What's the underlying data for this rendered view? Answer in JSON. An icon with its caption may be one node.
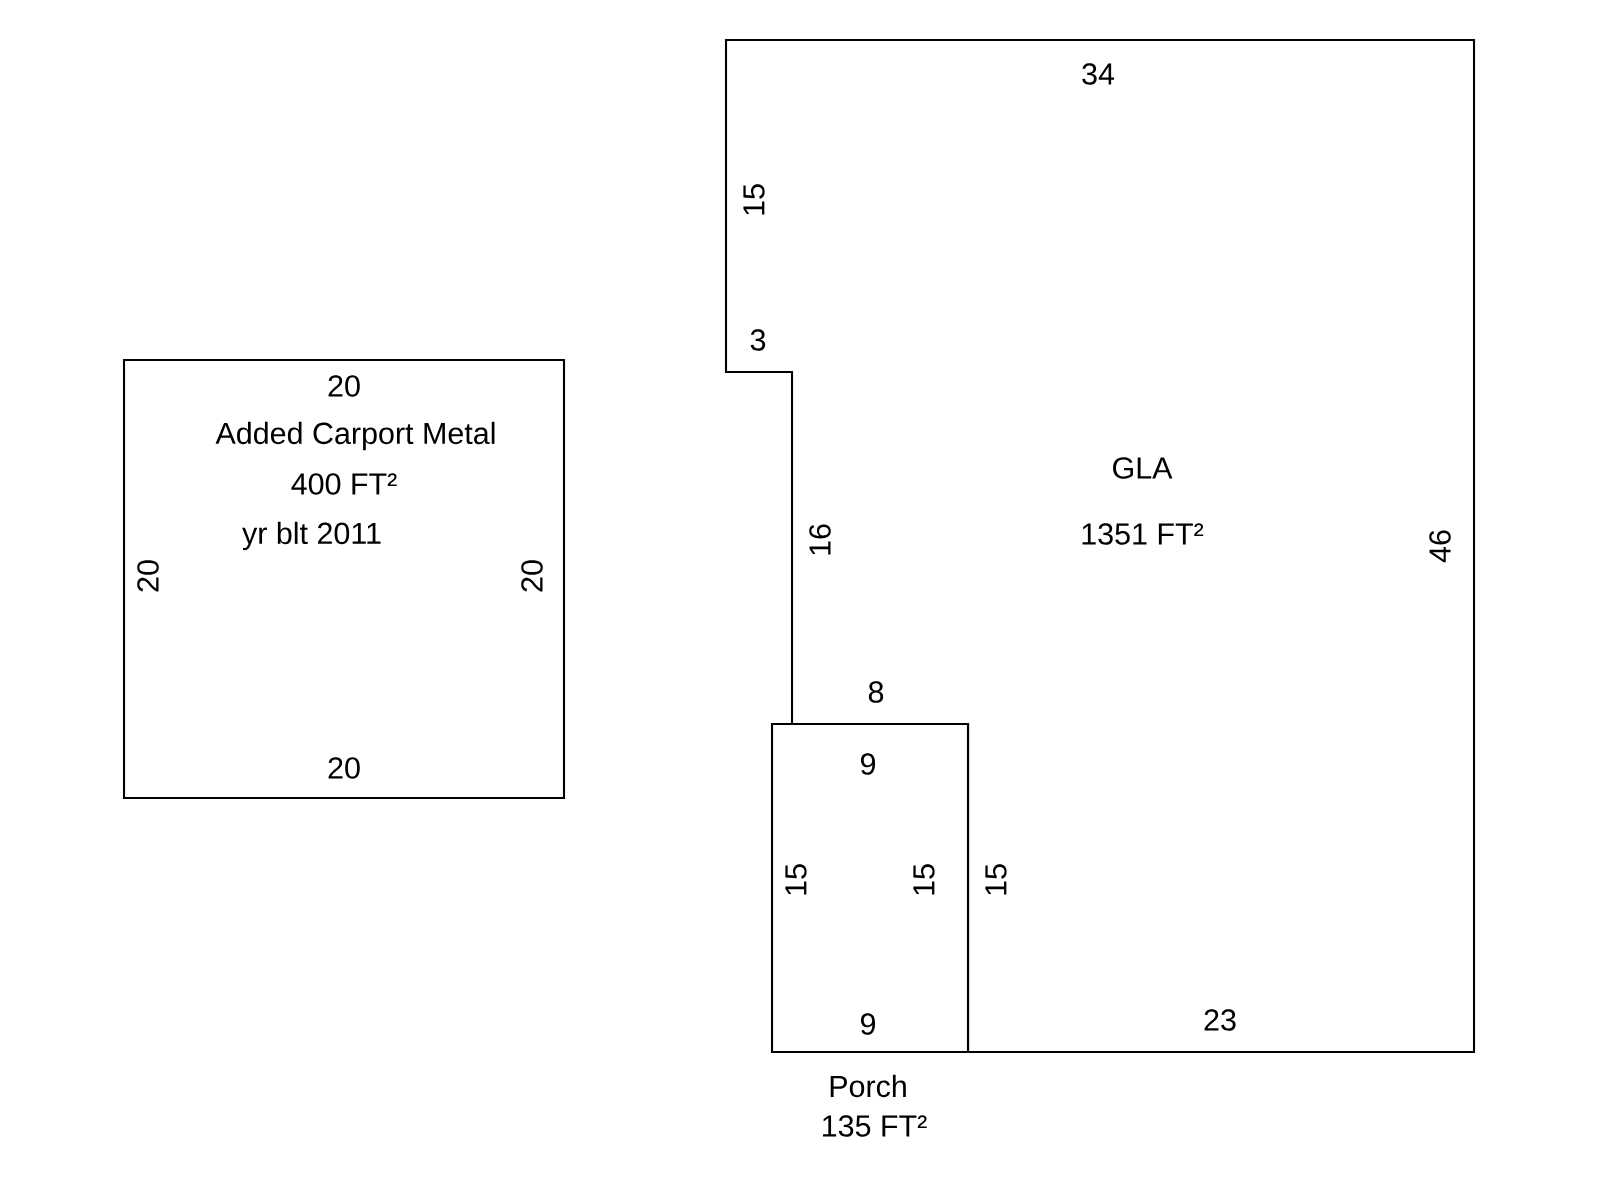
{
  "diagram": {
    "nodes": [
      {
        "text": [
          "Added Carport Metal",
          "400 FT²",
          "yr blt 2011"
        ]
      },
      {
        "text": [
          "GLA",
          "1351 FT²"
        ]
      },
      {
        "text": [
          "Porch",
          "135 FT²"
        ]
      }
    ],
    "labels": [
      "34",
      "15",
      "3",
      "20",
      "16",
      "46",
      "20",
      "20",
      "8",
      "20",
      "9",
      "15",
      "15",
      "15",
      "9",
      "23"
    ]
  }
}
